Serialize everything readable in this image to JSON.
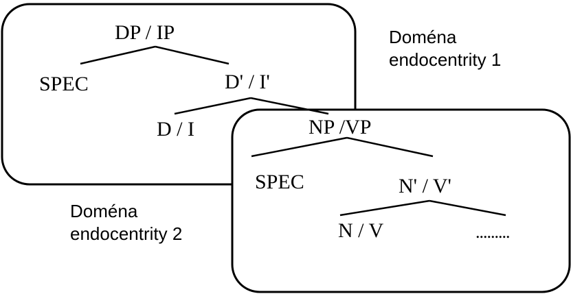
{
  "domain1": {
    "label_line1": "Doména",
    "label_line2": "endocentrity 1",
    "nodes": {
      "root": "DP / IP",
      "spec": "SPEC",
      "bar": "D' / I'",
      "head": "D / I"
    }
  },
  "domain2": {
    "label_line1": "Doména",
    "label_line2": "endocentrity 2",
    "nodes": {
      "root": "NP /VP",
      "spec": "SPEC",
      "bar": "N' / V'",
      "head": "N / V",
      "complement": "........."
    }
  },
  "colors": {
    "ink": "#000000",
    "background": "#ffffff"
  }
}
